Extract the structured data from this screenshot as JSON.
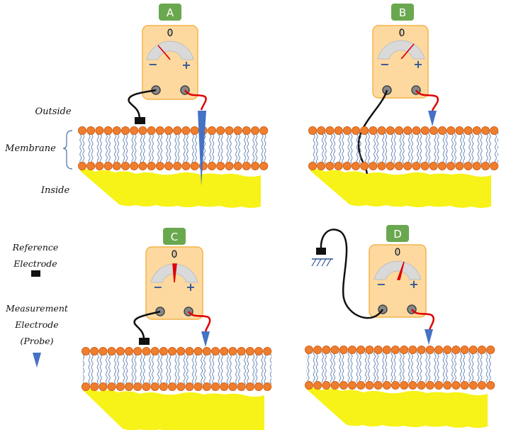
{
  "panels": [
    {
      "id": "A",
      "zero_label": "0",
      "minus": "−",
      "plus": "+",
      "needle": "negative"
    },
    {
      "id": "B",
      "zero_label": "0",
      "minus": "−",
      "plus": "+",
      "needle": "positive"
    },
    {
      "id": "C",
      "zero_label": "0",
      "minus": "−",
      "plus": "+",
      "needle": "zero"
    },
    {
      "id": "D",
      "zero_label": "0",
      "minus": "−",
      "plus": "+",
      "needle": "slight-positive"
    }
  ],
  "labels": {
    "outside": "Outside",
    "membrane": "Membrane",
    "inside": "Inside",
    "reference_line1": "Reference",
    "reference_line2": "Electrode",
    "measurement_line1": "Measurement",
    "measurement_line2": "Electrode",
    "measurement_line3": "(Probe)"
  },
  "colors": {
    "badge_green": "#6aa84f",
    "meter_body": "#fdd9a0",
    "meter_border": "#f4b448",
    "head": "#ef7d2e",
    "head_border": "#c85a12",
    "tail": "#4a6fa5",
    "cytoplasm": "#f7f218",
    "probe": "#4472c4",
    "wire_ref": "#111111",
    "wire_probe": "#e00000",
    "needle": "#e00000",
    "minus": "#2f5597",
    "plus": "#2f5597"
  }
}
